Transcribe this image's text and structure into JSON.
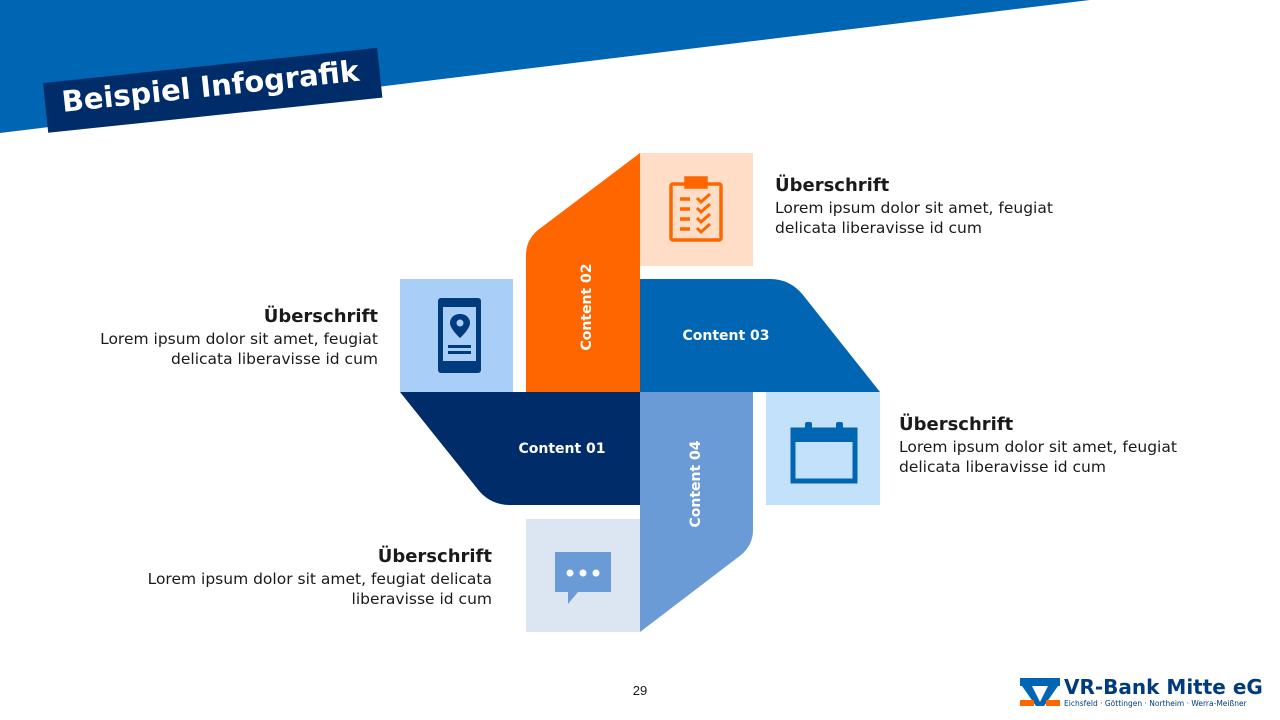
{
  "header": {
    "title": "Beispiel Infografik"
  },
  "colors": {
    "banner": "#0066B3",
    "title_box": "#002D6A",
    "content_01": "#002D6A",
    "content_02": "#FF6600",
    "content_03": "#0066B3",
    "content_04": "#6B9BD6",
    "tile_orange": "#FFDDC7",
    "tile_blue": "#A9CEF7",
    "tile_lightblue": "#C4E1FB",
    "tile_grey": "#DCE6F3"
  },
  "segments": [
    {
      "label": "Content 01"
    },
    {
      "label": "Content 02"
    },
    {
      "label": "Content 03"
    },
    {
      "label": "Content 04"
    }
  ],
  "icons": [
    "clipboard-icon",
    "mobile-location-icon",
    "calendar-icon",
    "chat-icon"
  ],
  "items": [
    {
      "heading": "Überschrift",
      "line1": "Lorem ipsum dolor sit amet, feugiat",
      "line2": "delicata liberavisse id cum"
    },
    {
      "heading": "Überschrift",
      "line1": "Lorem ipsum dolor sit amet, feugiat",
      "line2": "delicata liberavisse id cum"
    },
    {
      "heading": "Überschrift",
      "line1": "Lorem ipsum dolor sit amet, feugiat",
      "line2": "delicata liberavisse id cum"
    },
    {
      "heading": "Überschrift",
      "line1": "Lorem ipsum dolor sit amet, feugiat delicata",
      "line2": "liberavisse id cum"
    }
  ],
  "footer": {
    "page_number": "29",
    "brand": "VR-Bank Mitte eG",
    "brand_sub": "Eichsfeld · Göttingen · Northeim · Werra-Meißner"
  }
}
